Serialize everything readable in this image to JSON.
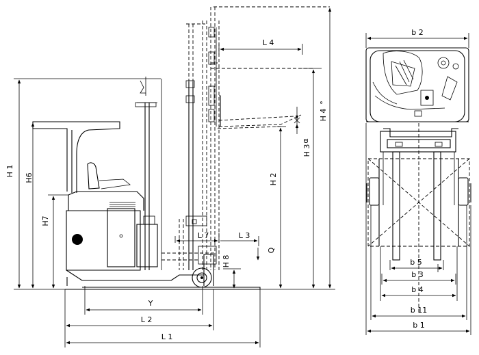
{
  "side_view": {
    "labels": {
      "H1": "H 1",
      "H6": "H6",
      "H7": "H7",
      "Y": "Y",
      "L2": "L 2",
      "L1": "L 1",
      "L7": "L 7",
      "L3": "L 3",
      "L4": "L 4",
      "H2": "H 2",
      "H3": "H 3",
      "H4": "H 4",
      "H8": "H 8",
      "Q": "Q",
      "alpha": "α",
      "degree": "°"
    }
  },
  "top_view": {
    "labels": {
      "b2": "b 2",
      "b5": "b 5",
      "b3": "b 3",
      "b4": "b 4",
      "b11": "b 11",
      "b1": "b 1"
    }
  }
}
